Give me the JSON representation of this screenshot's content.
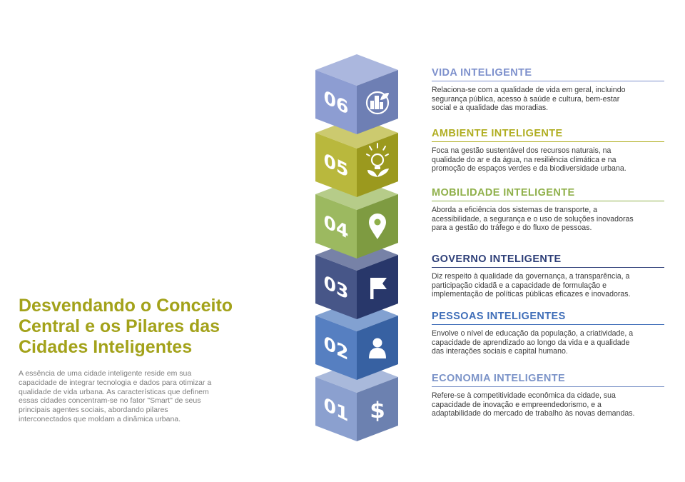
{
  "heading": "Desvendando o Conceito\nCentral e os Pilares das\nCidades Inteligentes",
  "intro": "A essência de uma cidade inteligente reside em sua\ncapacidade de integrar tecnologia e dados para otimizar a\nqualidade de vida urbana. As características que definem\nessas cidades concentram-se no fator \"Smart\" de seus\nprincipais agentes sociais, abordando pilares\ninterconectados que moldam a dinâmica urbana.",
  "pillars": [
    {
      "number": "06",
      "icon": "city-leaf-icon",
      "title": "VIDA INTELIGENTE",
      "color": "#7d90cc",
      "desc": "Relaciona-se com a qualidade de vida em geral, incluindo\nsegurança pública, acesso à saúde e cultura, bem-estar\nsocial e a qualidade das moradias."
    },
    {
      "number": "05",
      "icon": "lightbulb-leaf-icon",
      "title": "AMBIENTE INTELIGENTE",
      "color": "#b0ae22",
      "desc": "Foca na gestão sustentável dos recursos naturais, na\nqualidade do ar e da água, na resiliência climática e na\npromoção de espaços verdes e da biodiversidade urbana."
    },
    {
      "number": "04",
      "icon": "map-pin-icon",
      "title": "MOBILIDADE INTELIGENTE",
      "color": "#8fb04a",
      "desc": "Aborda a eficiência dos sistemas de transporte, a\nacessibilidade, a segurança e o uso de soluções inovadoras\npara a gestão do tráfego e do fluxo de pessoas."
    },
    {
      "number": "03",
      "icon": "flag-icon",
      "title": "GOVERNO INTELIGENTE",
      "color": "#2e3f78",
      "desc": "Diz respeito à qualidade da governança, a transparência, a\nparticipação cidadã e a capacidade de formulação e\nimplementação de políticas públicas eficazes e inovadoras."
    },
    {
      "number": "02",
      "icon": "person-icon",
      "title": "PESSOAS INTELIGENTES",
      "color": "#3f6eb8",
      "desc": "Envolve o nível de educação da população, a criatividade, a\ncapacidade de aprendizado ao longo da vida e a qualidade\ndas interações sociais e capital humano."
    },
    {
      "number": "01",
      "icon": "dollar-icon",
      "title": "ECONOMIA INTELIGENTE",
      "color": "#7b93c8",
      "desc": "Refere-se à competitividade econômica da cidade, sua\ncapacidade de inovação e empreendedorismo, e a\nadaptabilidade do mercado de trabalho às novas demandas."
    }
  ]
}
